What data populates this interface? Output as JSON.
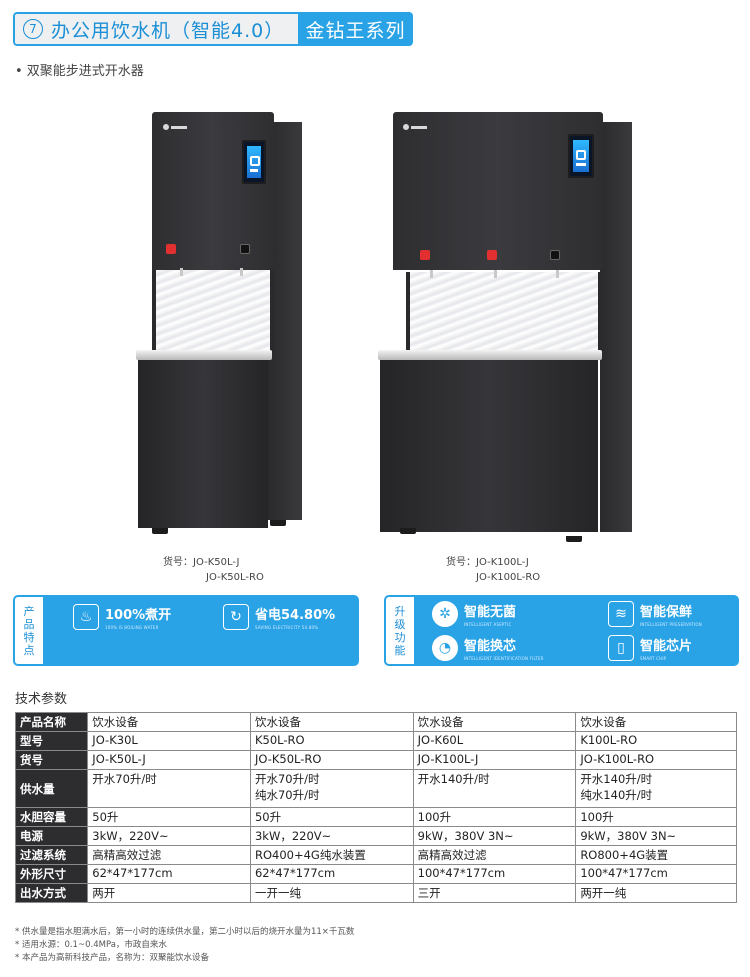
{
  "banner": {
    "number": "7",
    "title": "办公用饮水机（智能4.0）",
    "series": "金钻王系列"
  },
  "subtitle": "• 双聚能步进式开水器",
  "models": [
    {
      "line1": "货号：JO-K50L-J",
      "line2": "JO-K50L-RO"
    },
    {
      "line1": "货号：JO-K100L-J",
      "line2": "JO-K100L-RO"
    }
  ],
  "product_features": {
    "side_label": [
      "产",
      "品",
      "特",
      "点"
    ],
    "items": [
      {
        "icon": "steam-icon",
        "title": "100%煮开",
        "sub": "100% IS BOILING WATER"
      },
      {
        "icon": "energy-saving-icon",
        "title": "省电54.80%",
        "sub": "SAVING ELECTRICITY 54.80%"
      }
    ]
  },
  "upgrade_features": {
    "side_label": [
      "升",
      "级",
      "功",
      "能"
    ],
    "items": [
      {
        "icon": "germ-icon",
        "title": "智能无菌",
        "sub": "INTELLIGENT ASEPTIC"
      },
      {
        "icon": "preservation-icon",
        "title": "智能保鲜",
        "sub": "INTELLIGENT PRESERVATION"
      },
      {
        "icon": "bell-icon",
        "title": "智能换芯",
        "sub": "INTELLIGENT IDENTIFICATION FILTER"
      },
      {
        "icon": "chip-icon",
        "title": "智能芯片",
        "sub": "SMART CHIP"
      }
    ]
  },
  "specs_title": "技术参数",
  "specs": [
    {
      "label": "产品名称",
      "values": [
        "饮水设备",
        "饮水设备",
        "饮水设备",
        "饮水设备"
      ]
    },
    {
      "label": "型号",
      "values": [
        "JO-K30L",
        "K50L-RO",
        "JO-K60L",
        "K100L-RO"
      ]
    },
    {
      "label": "货号",
      "values": [
        "JO-K50L-J",
        "JO-K50L-RO",
        "JO-K100L-J",
        "JO-K100L-RO"
      ]
    },
    {
      "label": "供水量",
      "values": [
        "开水70升/时",
        "开水70升/时\n纯水70升/时",
        "开水140升/时",
        "开水140升/时\n纯水140升/时"
      ],
      "tall": true
    },
    {
      "label": "水胆容量",
      "values": [
        "50升",
        "50升",
        "100升",
        "100升"
      ]
    },
    {
      "label": "电源",
      "values": [
        "3kW，220V~",
        "3kW，220V~",
        "9kW，380V 3N~",
        "9kW，380V 3N~"
      ]
    },
    {
      "label": "过滤系统",
      "values": [
        "高精高效过滤",
        "RO400+4G纯水装置",
        "高精高效过滤",
        "RO800+4G装置"
      ]
    },
    {
      "label": "外形尺寸",
      "values": [
        "62*47*177cm",
        "62*47*177cm",
        "100*47*177cm",
        "100*47*177cm"
      ]
    },
    {
      "label": "出水方式",
      "values": [
        "两开",
        "一开一纯",
        "三开",
        "两开一纯"
      ]
    }
  ],
  "notes": [
    "* 供水量是指水胆满水后，第一小时的连续供水量，第二小时以后的烧开水量为11×千瓦数",
    "* 适用水源：0.1~0.4MPa，市政自来水",
    "* 本产品为高新科技产品，名称为：双聚能饮水设备"
  ]
}
